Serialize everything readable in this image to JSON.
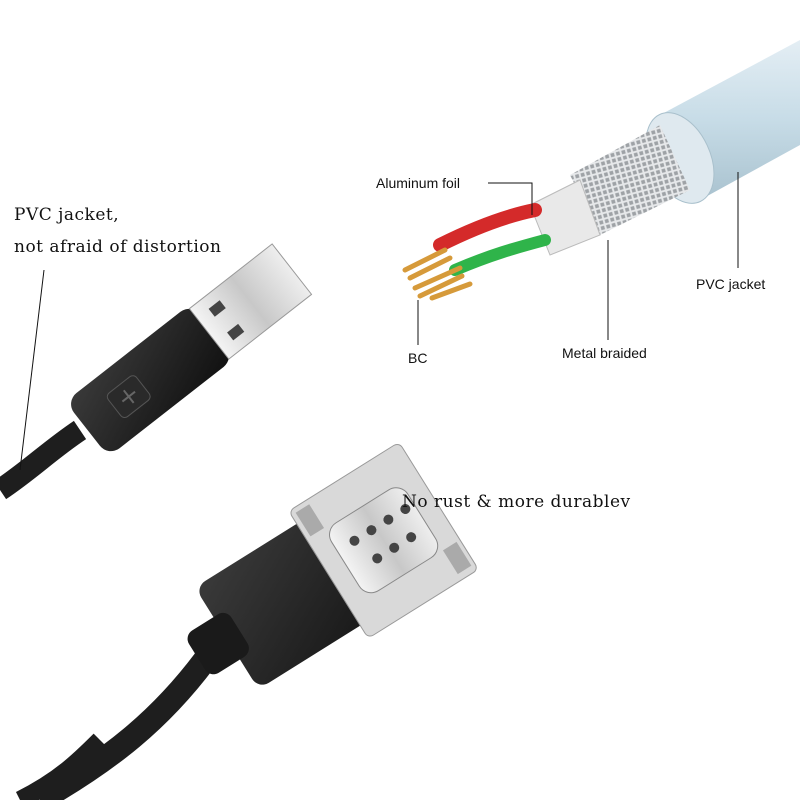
{
  "labels": {
    "pvc_left_line1": "PVC jacket,",
    "pvc_left_line2": "not afraid of distortion",
    "rust": "No rust & more durablev",
    "aluminum_foil": "Aluminum foil",
    "bc": "BC",
    "metal_braided": "Metal braided",
    "pvc_right": "PVC jacket"
  },
  "colors": {
    "background": "#ffffff",
    "cable_black": "#1e1e1e",
    "jacket_blue": "#c9dde8",
    "wire_red": "#d42a2a",
    "wire_green": "#2fb44a",
    "copper": "#d69a3a",
    "braid_silver": "#b9bcc0"
  }
}
